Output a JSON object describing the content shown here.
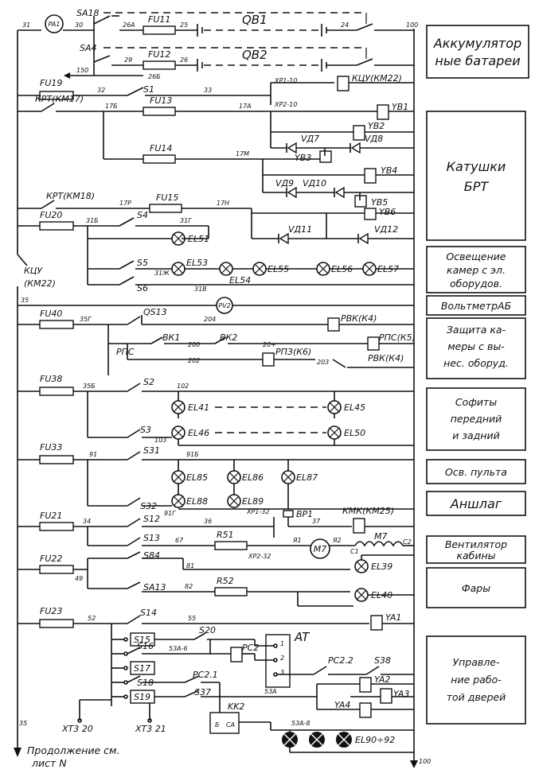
{
  "blocks": [
    {
      "id": "b1",
      "lines": [
        "Аккумулятор",
        "ные батареи"
      ]
    },
    {
      "id": "b2",
      "lines": [
        "Катушки",
        "БРТ"
      ]
    },
    {
      "id": "b3",
      "lines": [
        "Освещение",
        "камер с эл.",
        "оборудов."
      ]
    },
    {
      "id": "b4",
      "lines": [
        "ВольтметрАБ"
      ]
    },
    {
      "id": "b5",
      "lines": [
        "Защита ка-",
        "меры с вы-",
        "нес. оборуд."
      ]
    },
    {
      "id": "b6",
      "lines": [
        "Софиты",
        "передний",
        "и задний"
      ]
    },
    {
      "id": "b7",
      "lines": [
        "Осв. пульта"
      ]
    },
    {
      "id": "b8",
      "lines": [
        "Аншлаг"
      ]
    },
    {
      "id": "b9",
      "lines": [
        "Вентилятор",
        "кабины"
      ]
    },
    {
      "id": "b10",
      "lines": [
        "Фары"
      ]
    },
    {
      "id": "b11",
      "lines": [
        "Управле-",
        "ние рабо-",
        "той дверей"
      ]
    }
  ],
  "components": {
    "pa1": "PA1",
    "sa18": "SA18",
    "sa4": "SA4",
    "fu11": "FU11",
    "fu12": "FU12",
    "qb1": "QB1",
    "qb2": "QB2",
    "fu19": "FU19",
    "s1": "S1",
    "xp1_10": "XP1-10",
    "xp2_10": "XP2-10",
    "kcu_km22": "КЦУ(КМ22)",
    "krt_km17": "КРТ(КМ17)",
    "fu13": "FU13",
    "yb1": "YB1",
    "yb2": "YB2",
    "vd7": "VД7",
    "vd8": "VД8",
    "yb3": "YB3",
    "fu14": "FU14",
    "yb4": "YB4",
    "vd9": "VД9",
    "vd10": "VД10",
    "yb5": "YB5",
    "krt_km18": "КРТ(КМ18)",
    "fu15": "FU15",
    "yb6": "YB6",
    "vd11": "VД11",
    "vd12": "VД12",
    "fu20": "FU20",
    "s4": "S4",
    "el51": "EL51",
    "kcu": "КЦУ",
    "km22": "(КМ22)",
    "s5": "S5",
    "s6": "S6",
    "el53": "EL53",
    "el54": "EL54",
    "el55": "EL55",
    "el56": "EL56",
    "el57": "EL57",
    "pv2": "PV2",
    "fu40": "FU40",
    "qs13": "QS13",
    "bk1": "ВК1",
    "bk2": "ВК2",
    "rvk_k4": "РВК(К4)",
    "rps": "РПС",
    "rpz_k6": "РПЗ(К6)",
    "rps_k5": "РПС(К5)",
    "rvk_k4b": "РВК(К4)",
    "fu38": "FU38",
    "s2": "S2",
    "el41": "EL41",
    "el45": "EL45",
    "s3": "S3",
    "el46": "EL46",
    "el50": "EL50",
    "fu33": "FU33",
    "s31": "S31",
    "el85": "EL85",
    "el86": "EL86",
    "el87": "EL87",
    "s32": "S32",
    "el88": "EL88",
    "el89": "EL89",
    "fu21": "FU21",
    "s12": "S12",
    "xp1_32": "XP1-32",
    "xp2_32": "XP2-32",
    "bp1": "BP1",
    "kmk_km25": "КМК(КМ25)",
    "s13": "S13",
    "r51": "R51",
    "m7": "M7",
    "m7b": "M7",
    "fu22": "FU22",
    "s84": "S84",
    "el39": "EL39",
    "sa13": "SA13",
    "r52": "R52",
    "el40": "EL40",
    "fu23": "FU23",
    "s14": "S14",
    "ya1": "YA1",
    "s15": "S15",
    "s20": "S20",
    "at": "AT",
    "s16": "S16",
    "pc2": "PC2",
    "s17": "S17",
    "pc22": "PC2.2",
    "s38": "S38",
    "s18": "S18",
    "pc21": "PC2.1",
    "ya2": "YA2",
    "ya3": "YA3",
    "s19": "S19",
    "s37": "S37",
    "ya4": "YA4",
    "kk2": "KK2",
    "el90_92": "EL90÷92",
    "xt320": "XT3 20",
    "xt321": "XT3 21"
  },
  "wires": {
    "n31": "31",
    "n30": "30",
    "n26a": "26A",
    "n25": "25",
    "n24": "24",
    "n100a": "100",
    "n29": "29",
    "n26": "26",
    "n26b": "26Б",
    "n150": "150",
    "n32": "32",
    "n33": "33",
    "n17b": "17Б",
    "n17a": "17А",
    "n17m": "17М",
    "n17p": "17Р",
    "n17n": "17Н",
    "n31b": "31Б",
    "n31g": "31Г",
    "n31v": "31В",
    "n31zh": "31Ж",
    "n35": "35",
    "n35g": "35Г",
    "n204": "204",
    "n200": "200",
    "n20p": "20+",
    "n202": "202",
    "n203": "203",
    "n35b": "35Б",
    "n102": "102",
    "n103": "103",
    "n91": "91",
    "n91b": "91Б",
    "n91g": "91Г",
    "n34": "34",
    "n36": "36",
    "n37": "37",
    "n67": "67",
    "n91s": "Я1",
    "n92": "Я2",
    "nc1": "С1",
    "nc2": "С2",
    "n49": "49",
    "n81": "81",
    "n82": "82",
    "n52": "52",
    "n55": "55",
    "n53a6": "53А-6",
    "n53a": "53А",
    "n53a8": "53А-8",
    "n35c": "35",
    "n100b": "100",
    "at1": "1",
    "at2": "2",
    "at3": "3",
    "kkb": "Б",
    "kkca": "СА"
  },
  "footer": {
    "line1": "Продолжение см.",
    "line2": "лист N"
  }
}
